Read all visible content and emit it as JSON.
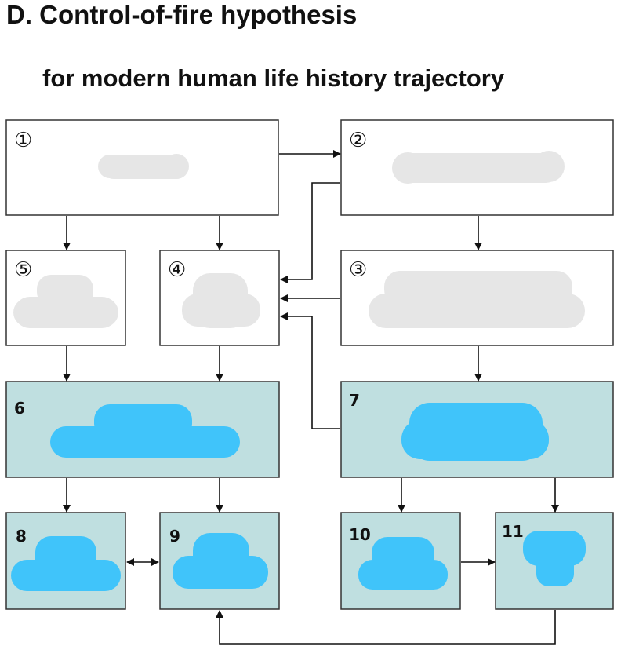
{
  "title": "D. Control-of-fire hypothesis",
  "subtitle": "for modern human life history trajectory",
  "boxes": [
    {
      "id": "1",
      "label": "①",
      "style": "white",
      "content": "redacted"
    },
    {
      "id": "2",
      "label": "②",
      "style": "white",
      "content": "redacted"
    },
    {
      "id": "3",
      "label": "③",
      "style": "white",
      "content": "redacted"
    },
    {
      "id": "4",
      "label": "④",
      "style": "white",
      "content": "redacted"
    },
    {
      "id": "5",
      "label": "⑤",
      "style": "white",
      "content": "redacted"
    },
    {
      "id": "6",
      "label": "6",
      "style": "teal",
      "content": "redacted"
    },
    {
      "id": "7",
      "label": "7",
      "style": "teal",
      "content": "redacted"
    },
    {
      "id": "8",
      "label": "8",
      "style": "teal",
      "content": "redacted"
    },
    {
      "id": "9",
      "label": "9",
      "style": "teal",
      "content": "redacted"
    },
    {
      "id": "10",
      "label": "10",
      "style": "teal",
      "content": "redacted"
    },
    {
      "id": "11",
      "label": "11",
      "style": "teal",
      "content": "redacted"
    }
  ],
  "edges": [
    {
      "from": "1",
      "to": "2"
    },
    {
      "from": "1",
      "to": "5"
    },
    {
      "from": "1",
      "to": "4"
    },
    {
      "from": "2",
      "to": "3"
    },
    {
      "from": "2",
      "to": "4"
    },
    {
      "from": "3",
      "to": "4"
    },
    {
      "from": "7",
      "to": "4"
    },
    {
      "from": "3",
      "to": "7"
    },
    {
      "from": "5",
      "to": "6"
    },
    {
      "from": "4",
      "to": "6"
    },
    {
      "from": "6",
      "to": "8"
    },
    {
      "from": "6",
      "to": "9"
    },
    {
      "from": "8",
      "to": "9",
      "bidirectional": true
    },
    {
      "from": "7",
      "to": "10"
    },
    {
      "from": "7",
      "to": "11"
    },
    {
      "from": "10",
      "to": "11"
    },
    {
      "from": "11",
      "to": "9"
    }
  ],
  "colors": {
    "teal_box": "#bfdfe0",
    "white_box": "#ffffff",
    "grey_redaction": "#e6e6e6",
    "blue_redaction": "#40c4fa",
    "stroke": "#333333"
  }
}
